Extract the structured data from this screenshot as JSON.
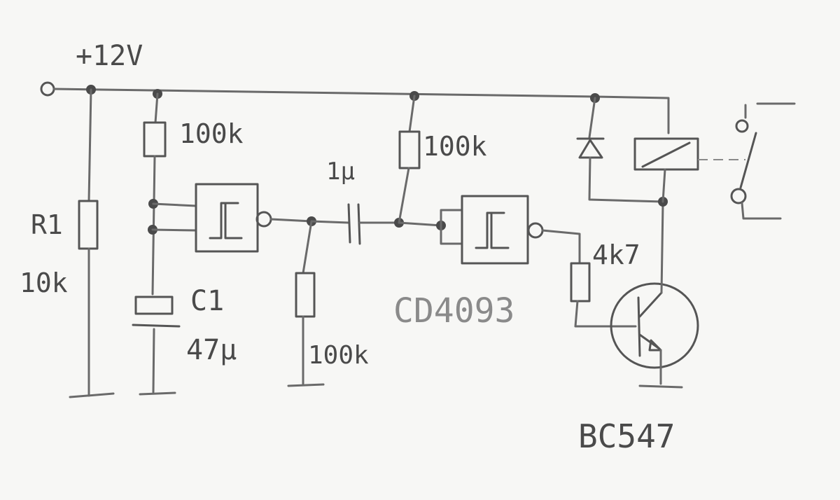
{
  "labels": {
    "supply": "+12V",
    "r_top_left": "100k",
    "r1_name": "R1",
    "r1_value": "10k",
    "c1_name": "C1",
    "c1_value": "47µ",
    "cap_coupling": "1µ",
    "r_pulldown": "100k",
    "r_top_mid": "100k",
    "ic": "CD4093",
    "r_base": "4k7",
    "transistor": "BC547"
  },
  "colors": {
    "paper": "#f7f7f5",
    "pencil": "#555555",
    "pencil_light": "#8a8a8a"
  }
}
